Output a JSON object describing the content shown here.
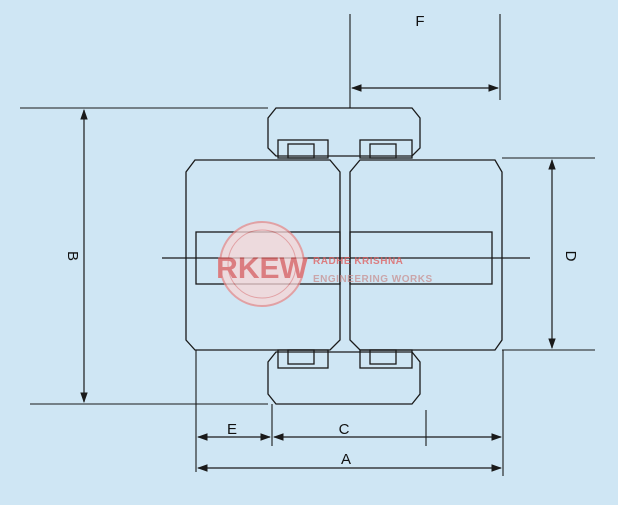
{
  "dimension_labels": {
    "A": "A",
    "B": "B",
    "C": "C",
    "D": "D",
    "E": "E",
    "F": "F"
  },
  "watermark": {
    "logo_text": "RKEW",
    "company_line1": "RADHE KRISHNA",
    "company_line2": "ENGINEERING WORKS"
  },
  "colors": {
    "background": "#cfe6f4",
    "line": "#1a1a1a",
    "watermark": "#e88a8a"
  }
}
